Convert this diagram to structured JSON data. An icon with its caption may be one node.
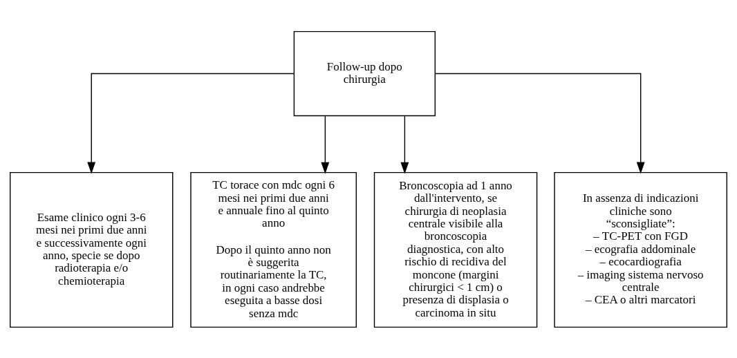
{
  "diagram": {
    "nodes": [
      {
        "text": [
          "Follow-up dopo chirurgia"
        ]
      },
      {
        "text": [
          "Esame clinico ogni 3-6 mesi nei primi due anni e successivamente ogni anno, specie se dopo radioterapia e/o chemioterapia"
        ]
      },
      {
        "text": [
          "TC torace con mdc ogni 6 mesi nei primi due anni e annuale fino al quinto anno",
          "Dopo il quinto anno non è suggerita routinariamente la TC, in ogni caso andrebbe eseguita a basse dosi senza mdc"
        ]
      },
      {
        "text": [
          "Broncoscopia ad 1 anno dall'intervento, se chirurgia di neoplasia centrale visibile alla broncoscopia diagnostica, con alto rischio di recidiva del moncone (margini chirurgici < 1 cm) o presenza di displasia o carcinoma in situ"
        ]
      },
      {
        "text": [
          "In assenza di indicazioni cliniche sono “sconsigliate”:",
          "– TC-PET con FGD",
          "– ecografia addominale",
          "– ecocardiografia",
          "– imaging sistema nervoso centrale",
          "– CEA o altri marcatori"
        ]
      }
    ],
    "edges": [
      {
        "from": 0,
        "to": 1,
        "arrow": "to"
      },
      {
        "from": 0,
        "to": 2,
        "arrow": "to"
      },
      {
        "from": 0,
        "to": 3,
        "arrow": "to"
      },
      {
        "from": 0,
        "to": 4,
        "arrow": "to"
      }
    ]
  }
}
